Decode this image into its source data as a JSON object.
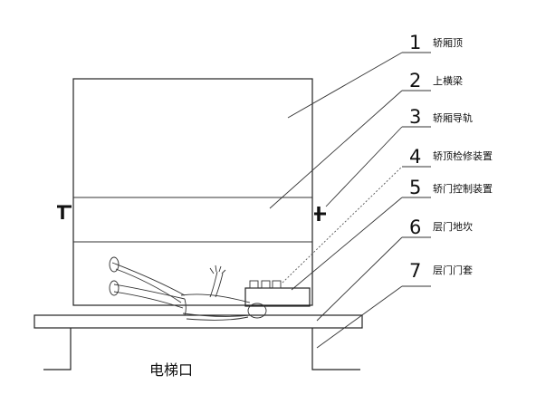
{
  "callouts": [
    {
      "number": "1",
      "label": "轿厢顶"
    },
    {
      "number": "2",
      "label": "上横梁"
    },
    {
      "number": "3",
      "label": "轿厢导轨"
    },
    {
      "number": "4",
      "label": "轿顶检修装置"
    },
    {
      "number": "5",
      "label": "轿门控制装置"
    },
    {
      "number": "6",
      "label": "层门地坎"
    },
    {
      "number": "7",
      "label": "层门门套"
    }
  ],
  "caption": "电梯口"
}
